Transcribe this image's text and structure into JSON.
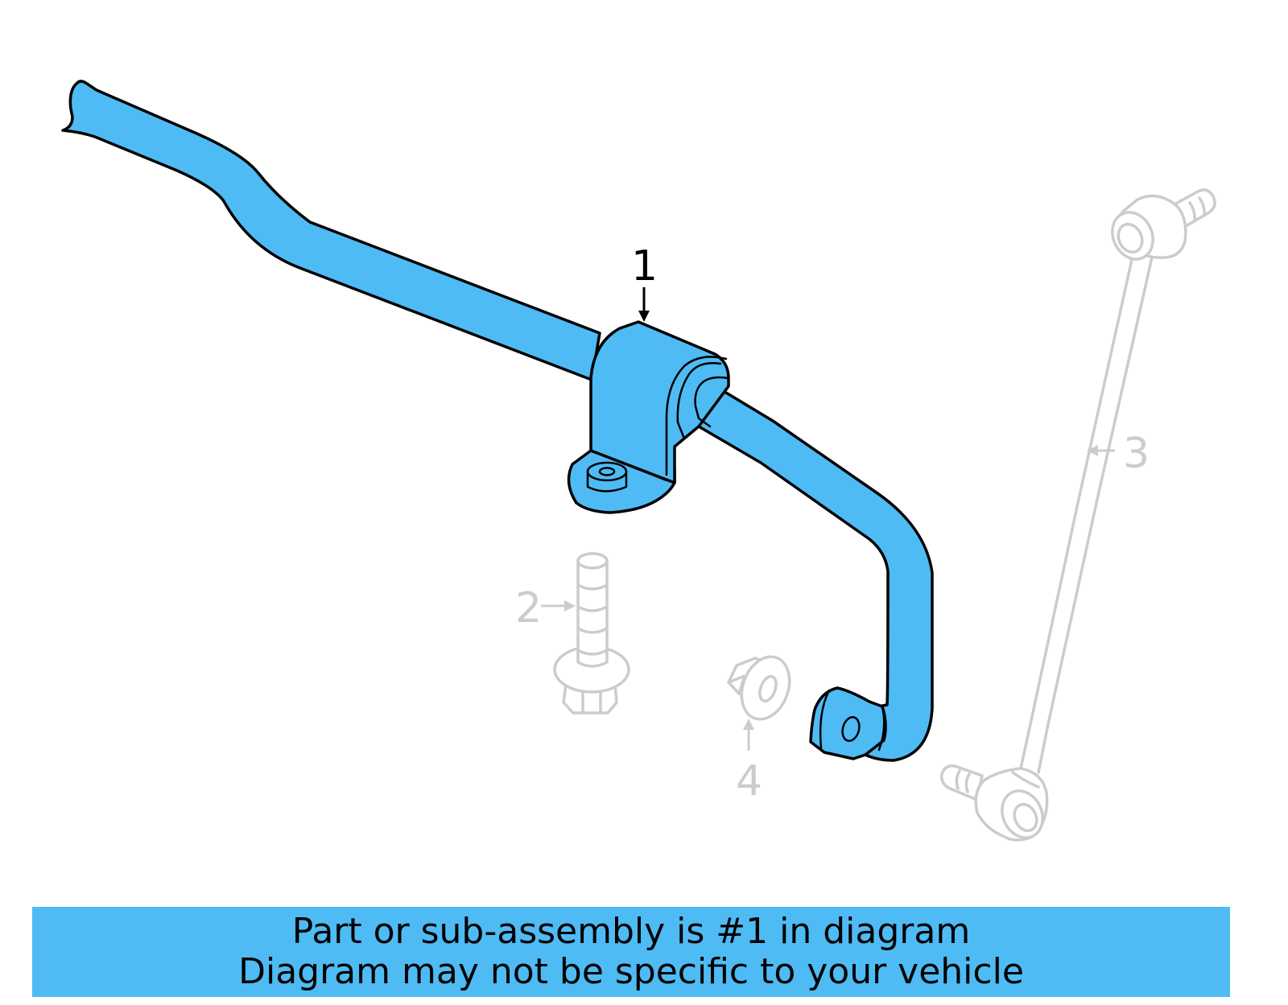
{
  "diagram": {
    "subject": "stabilizer-bar-assembly",
    "highlight_color": "#4fbbf4",
    "outline_color": "#000000",
    "ghost_color": "#cccccc",
    "callouts": [
      {
        "number": "1",
        "part": "stabilizer-bar",
        "highlighted": true
      },
      {
        "number": "2",
        "part": "bolt",
        "highlighted": false
      },
      {
        "number": "3",
        "part": "stabilizer-link",
        "highlighted": false
      },
      {
        "number": "4",
        "part": "nut",
        "highlighted": false
      }
    ]
  },
  "banner": {
    "line1": "Part or sub-assembly is #1 in diagram",
    "line2": "Diagram may not be specific to your vehicle"
  }
}
